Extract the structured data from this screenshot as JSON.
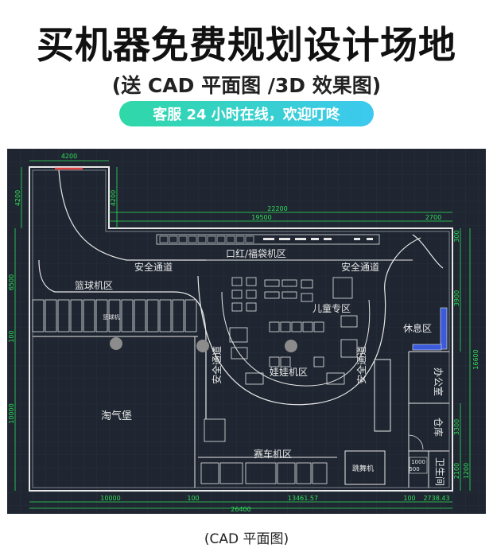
{
  "header": {
    "title": "买机器免费规划设计场地",
    "subtitle": "(送 CAD 平面图 /3D 效果图)",
    "badge": "客服 24 小时在线，欢迎叮咚"
  },
  "caption": "(CAD 平面图)",
  "plan": {
    "zones": {
      "basketball": "篮球机区",
      "lipstick": "口红/福袋机区",
      "kids": "儿童专区",
      "rest": "休息区",
      "office": "办公室",
      "storage": "仓库",
      "toilet": "卫生间",
      "doll": "娃娃机区",
      "naughty": "淘气堡",
      "racing": "赛车机区",
      "dance": "跳舞机"
    },
    "safety": "安全通道",
    "machine_label": "篮球机",
    "dims": {
      "top_4200": "4200",
      "left_4200": "4200",
      "inner_4200": "4200",
      "d22200": "22200",
      "d19500": "19500",
      "d2700": "2700",
      "left_6500": "6500",
      "left_10000": "10000",
      "left_100": "100",
      "r300": "300",
      "r3900": "3900",
      "r16600": "16600",
      "r3300": "3300",
      "r2100": "2100",
      "r1200": "1200",
      "b10000": "10000",
      "b100": "100",
      "b13461": "13461.57",
      "b100b": "100",
      "b2738": "2738.43",
      "b26400": "26400",
      "door1000": "1000",
      "door500": "500"
    }
  }
}
